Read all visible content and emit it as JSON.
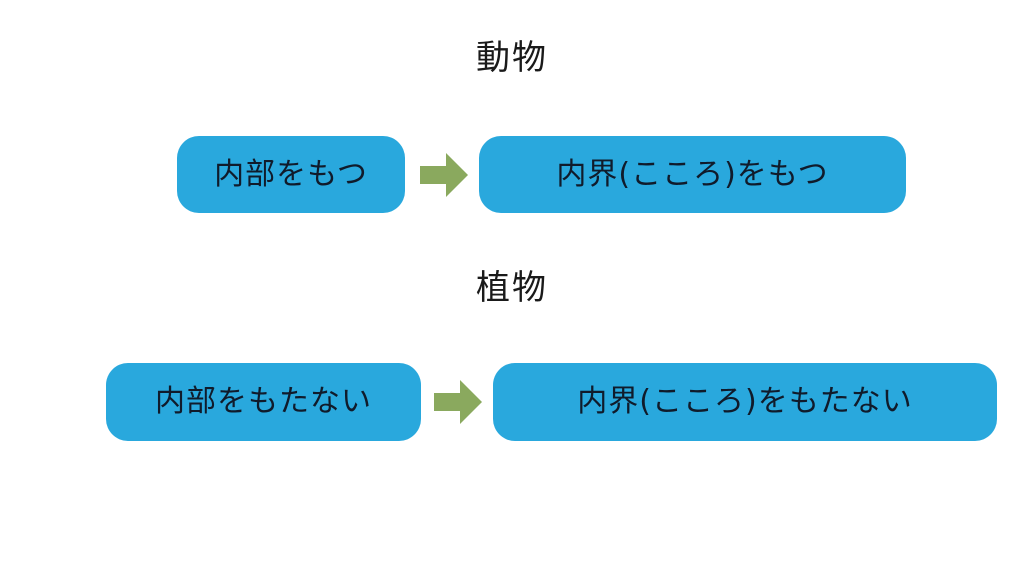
{
  "slide": {
    "background_color": "#ffffff",
    "box_color": "#29a8dd",
    "arrow_color": "#8aa95e",
    "box_text_color": "#101b2b",
    "header_text_color": "#1a1a1a"
  },
  "sections": [
    {
      "id": "animal",
      "header": "動物",
      "left_box": "内部をもつ",
      "arrow": "right-arrow-icon",
      "right_box": "内界(こころ)をもつ"
    },
    {
      "id": "plant",
      "header": "植物",
      "left_box": "内部をもたない",
      "arrow": "right-arrow-icon",
      "right_box": "内界(こころ)をもたない"
    }
  ]
}
